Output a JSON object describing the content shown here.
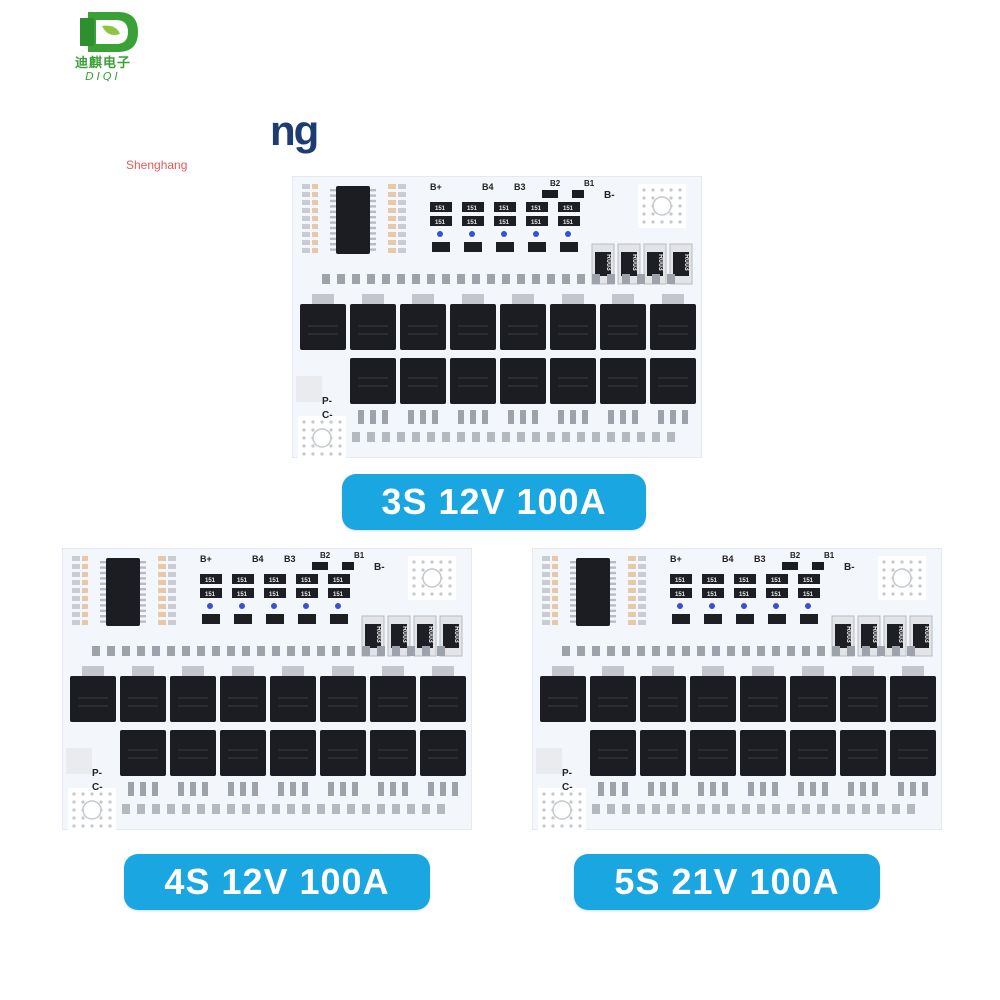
{
  "brand": {
    "chinese": "迪麒电子",
    "english": "DIQI",
    "color": "#3aa136"
  },
  "watermark": {
    "fragment": "ng",
    "sub": "Shenghang"
  },
  "boards": [
    {
      "label": "3S 12V 100A",
      "pads": {
        "b_plus": "B+",
        "b4": "B4",
        "b3": "B3",
        "b2": "B2",
        "b1": "B1",
        "b_minus": "B-",
        "p_minus": "P-",
        "c_minus": "C-"
      },
      "resistor_codes": [
        "R003",
        "R003",
        "R003",
        "R003"
      ],
      "chip_code": "151"
    },
    {
      "label": "4S 12V 100A",
      "pads": {
        "b_plus": "B+",
        "b4": "B4",
        "b3": "B3",
        "b2": "B2",
        "b1": "B1",
        "b_minus": "B-",
        "p_minus": "P-",
        "c_minus": "C-"
      },
      "resistor_codes": [
        "R003",
        "R003",
        "R003",
        "R003"
      ],
      "chip_code": "151"
    },
    {
      "label": "5S 21V 100A",
      "pads": {
        "b_plus": "B+",
        "b4": "B4",
        "b3": "B3",
        "b2": "B2",
        "b1": "B1",
        "b_minus": "B-",
        "p_minus": "P-",
        "c_minus": "C-"
      },
      "resistor_codes": [
        "R003",
        "R003",
        "R003",
        "R003"
      ],
      "chip_code": "151"
    }
  ],
  "colors": {
    "label_bg": "#1aa6e0",
    "label_text": "#ffffff",
    "pcb": "#f3f6fa",
    "mosfet": "#1c1d22"
  }
}
